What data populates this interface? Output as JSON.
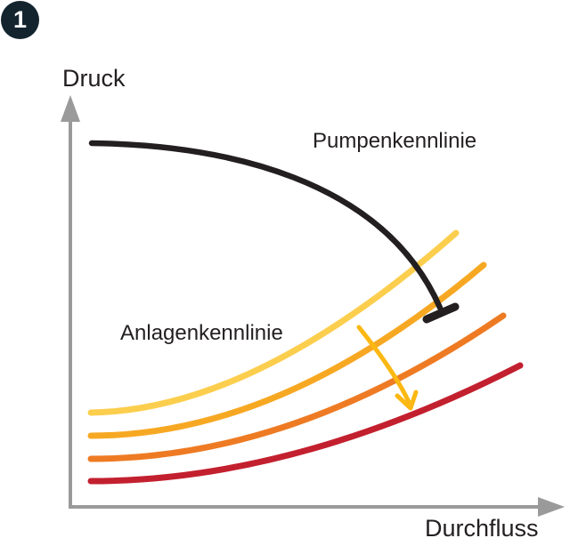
{
  "badge": {
    "label": "1"
  },
  "labels": {
    "y_axis": "Druck",
    "x_axis": "Durchfluss",
    "pump_curve": "Pumpenkennlinie",
    "system_curve": "Anlagenkennlinie"
  },
  "colors": {
    "badge_bg": "#14242f",
    "badge_text": "#ffffff",
    "axis": "#9a9a9a",
    "text": "#231f20",
    "pump_curve": "#231f20",
    "system_curve_1": "#fcce4d",
    "system_curve_2": "#f7a823",
    "system_curve_3": "#ee7b23",
    "system_curve_4": "#c3202f",
    "shift_arrow": "#fbb812"
  },
  "chart_data": {
    "type": "line",
    "title": "",
    "xlabel": "Durchfluss",
    "ylabel": "Druck",
    "x_range": [
      0,
      1
    ],
    "y_range": [
      0,
      1
    ],
    "grid": false,
    "legend": "labels drawn next to curves",
    "axes_style": "unlabeled qualitative axes with arrowheads",
    "series": [
      {
        "name": "Pumpenkennlinie",
        "color": "#231f20",
        "style": "solid thick, ends in perpendicular T-bar on second system curve",
        "points": [
          [
            0.04,
            0.89
          ],
          [
            0.25,
            0.87
          ],
          [
            0.45,
            0.81
          ],
          [
            0.63,
            0.68
          ],
          [
            0.75,
            0.49
          ]
        ]
      },
      {
        "name": "Anlagenkennlinie (curve 1)",
        "color": "#fcce4d",
        "points": [
          [
            0.04,
            0.23
          ],
          [
            0.21,
            0.26
          ],
          [
            0.39,
            0.34
          ],
          [
            0.58,
            0.48
          ],
          [
            0.78,
            0.67
          ]
        ]
      },
      {
        "name": "Anlagenkennlinie (curve 2)",
        "color": "#f7a823",
        "points": [
          [
            0.04,
            0.17
          ],
          [
            0.24,
            0.2
          ],
          [
            0.43,
            0.28
          ],
          [
            0.63,
            0.41
          ],
          [
            0.84,
            0.59
          ]
        ]
      },
      {
        "name": "Anlagenkennlinie (curve 3)",
        "color": "#ee7b23",
        "points": [
          [
            0.04,
            0.12
          ],
          [
            0.25,
            0.14
          ],
          [
            0.46,
            0.21
          ],
          [
            0.66,
            0.31
          ],
          [
            0.87,
            0.47
          ]
        ]
      },
      {
        "name": "Anlagenkennlinie (curve 4)",
        "color": "#c3202f",
        "points": [
          [
            0.04,
            0.06
          ],
          [
            0.25,
            0.08
          ],
          [
            0.46,
            0.13
          ],
          [
            0.68,
            0.22
          ],
          [
            0.91,
            0.35
          ]
        ]
      }
    ],
    "annotations": [
      {
        "type": "operating_point",
        "description": "pump curve terminates with T-bar on system curve 2",
        "xy": [
          0.75,
          0.48
        ]
      },
      {
        "type": "arrow",
        "color": "#fbb812",
        "description": "shift of system curve toward lower curves",
        "from": [
          0.58,
          0.44
        ],
        "to": [
          0.69,
          0.24
        ]
      }
    ]
  }
}
